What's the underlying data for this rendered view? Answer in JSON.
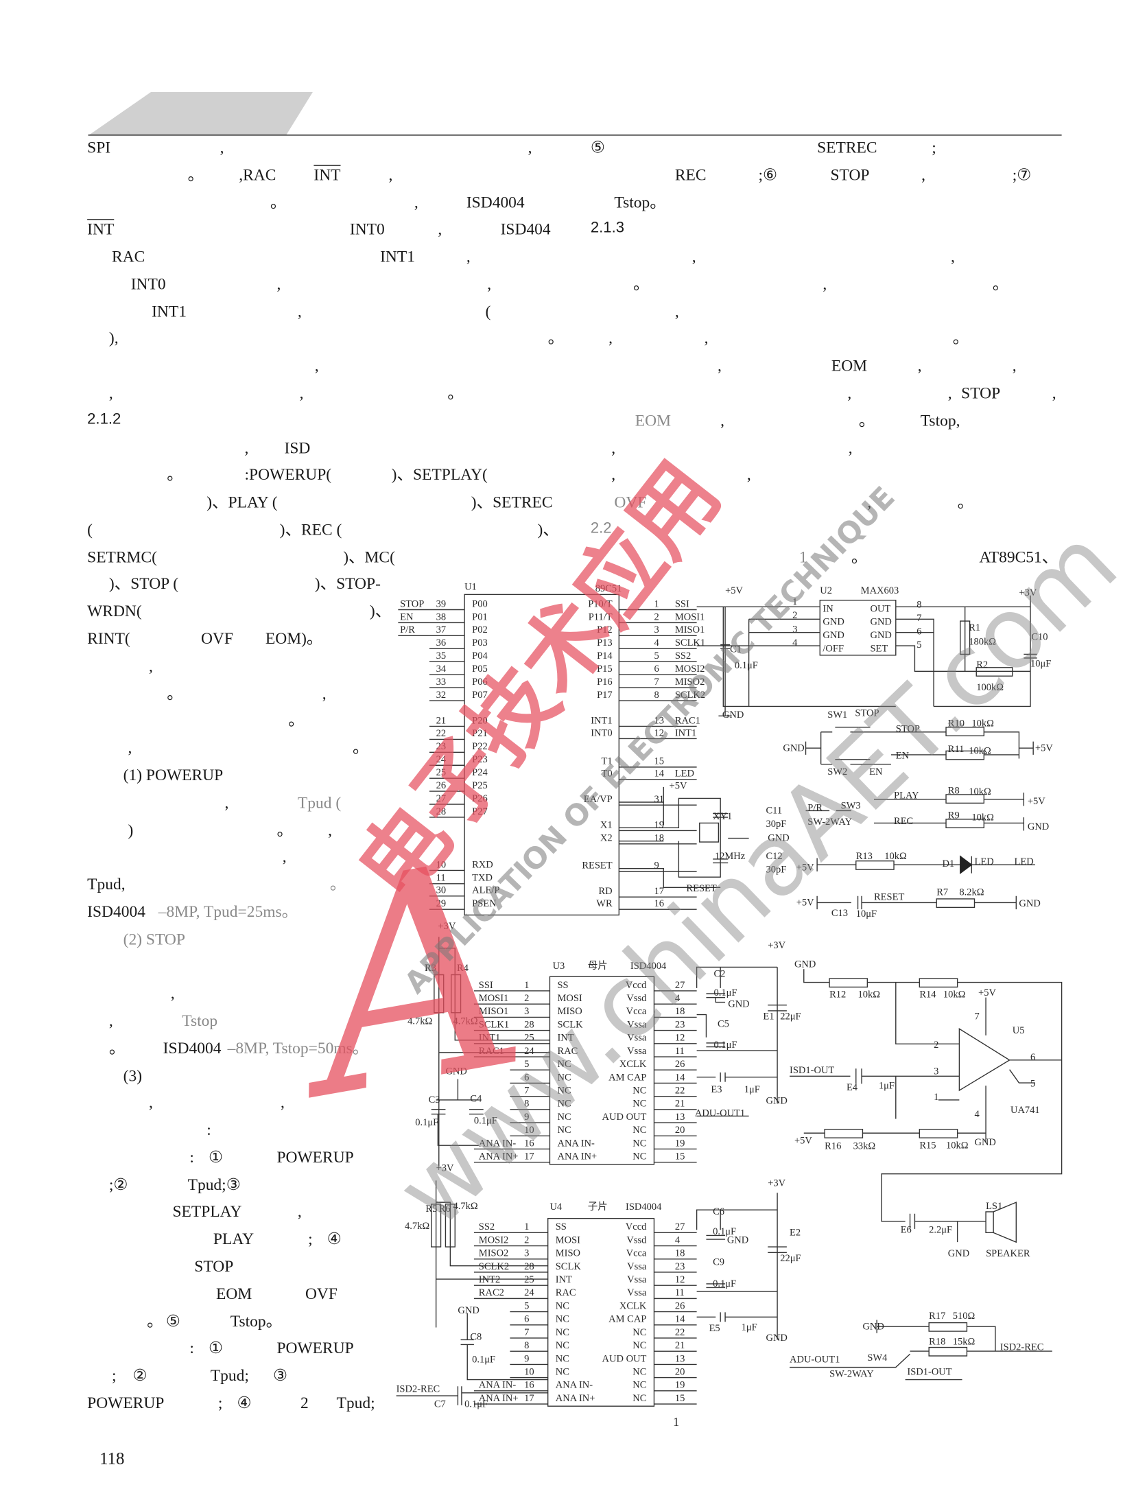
{
  "text": {
    "lines": [
      [
        "SPI",
        ",",
        ",",
        "⑤",
        "SETREC",
        ";"
      ],
      [
        "。",
        ",RAC",
        "INT",
        ",",
        "REC",
        ";⑥",
        "STOP",
        ",",
        ";⑦"
      ],
      [
        "。",
        ",",
        "ISD4004",
        "Tstop。"
      ],
      [
        "INT",
        "INT0",
        ",",
        "ISD404",
        "2.1.3"
      ],
      [
        "RAC",
        "INT1",
        ",",
        ",",
        ","
      ],
      [
        "INT0",
        ",",
        ",",
        "。",
        ",",
        "。"
      ],
      [
        "INT1",
        ",",
        "(",
        ","
      ],
      [
        "),",
        "。",
        ",",
        ",",
        "。"
      ],
      [
        ",",
        ",",
        "EOM",
        ",",
        ","
      ],
      [
        ",",
        ",",
        "。",
        ",",
        ",",
        "STOP",
        ","
      ],
      [
        "2.1.2",
        "EOM",
        ",",
        "。",
        "Tstop,"
      ],
      [
        ",",
        "ISD",
        ",",
        ","
      ],
      [
        "。",
        ":POWERUP(",
        ")、SETPLAY(",
        ",",
        ","
      ],
      [
        ")、PLAY (",
        ")、SETREC",
        "OVF",
        ",",
        "。"
      ],
      [
        "(",
        ")、REC (",
        ")、",
        "2.2"
      ],
      [
        "SETRMC(",
        ")、MC(",
        "1",
        "。",
        "AT89C51、"
      ],
      [
        ")、STOP (",
        ")、STOP-"
      ],
      [
        "WRDN(",
        ")、"
      ],
      [
        "RINT(",
        "OVF",
        "EOM)。"
      ],
      [
        ","
      ],
      [
        "。",
        ","
      ],
      [
        "。"
      ],
      [
        ",",
        "。"
      ],
      [
        "(1) POWERUP"
      ],
      [
        ",",
        "Tpud ("
      ],
      [
        ")",
        "。",
        ","
      ],
      [
        ","
      ],
      [
        "Tpud,",
        "。"
      ],
      [
        "ISD4004",
        "–8MP, Tpud=25ms。"
      ],
      [
        "(2) STOP"
      ],
      [
        ","
      ],
      [
        ",",
        "Tstop"
      ],
      [
        "。",
        "ISD4004",
        "–8MP, Tstop=50ms。"
      ],
      [
        "(3)"
      ],
      [
        ",",
        ","
      ],
      [
        ":"
      ],
      [
        ":",
        "①",
        "POWERUP"
      ],
      [
        ";②",
        "Tpud;③"
      ],
      [
        "SETPLAY",
        ","
      ],
      [
        "PLAY",
        ";",
        "④"
      ],
      [
        "STOP"
      ],
      [
        "EOM",
        "OVF"
      ],
      [
        "。",
        "⑤",
        "Tstop。"
      ],
      [
        ":",
        "①",
        "POWERUP"
      ],
      [
        ";",
        "②",
        "Tpud;",
        "③"
      ],
      [
        "POWERUP",
        ";",
        "④",
        "2",
        "Tpud;"
      ]
    ],
    "page_number": "118"
  },
  "circuit": {
    "u1": {
      "ref": "U1",
      "part": "89C51",
      "left_pins": [
        "P00",
        "P01",
        "P02",
        "P03",
        "P04",
        "P05",
        "P06",
        "P07",
        "P20",
        "P21",
        "P22",
        "P23",
        "P24",
        "P25",
        "P26",
        "P27",
        "RXD",
        "TXD",
        "ALE/P",
        "PSEN"
      ],
      "left_nums": [
        "39",
        "38",
        "37",
        "36",
        "35",
        "34",
        "33",
        "32",
        "21",
        "22",
        "23",
        "24",
        "25",
        "26",
        "27",
        "28",
        "10",
        "11",
        "30",
        "29"
      ],
      "left_nets": [
        "STOP",
        "EN",
        "P/R"
      ],
      "right_pins": [
        "P10/T",
        "P11/T",
        "P12",
        "P13",
        "P14",
        "P15",
        "P16",
        "P17",
        "INT1",
        "INT0",
        "T1",
        "T0",
        "EA/VP",
        "X1",
        "X2",
        "RESET",
        "RD",
        "WR"
      ],
      "right_nums": [
        "1",
        "2",
        "3",
        "4",
        "5",
        "6",
        "7",
        "8",
        "13",
        "12",
        "15",
        "14",
        "31",
        "19",
        "18",
        "9",
        "17",
        "16"
      ],
      "right_nets": [
        "SSI",
        "MOSI1",
        "MISO1",
        "SCLK1",
        "SS2",
        "MOSI2",
        "MISO2",
        "SCLK2",
        "RAC1",
        "INT1",
        "",
        "LED"
      ]
    },
    "u3": {
      "left_pins": [
        "SS",
        "MOSI",
        "MISO",
        "SCLK",
        "INT",
        "RAC",
        "NC",
        "NC",
        "NC",
        "NC",
        "NC",
        "NC",
        "ANA IN-",
        "ANA IN+"
      ],
      "left_nums": [
        "1",
        "2",
        "3",
        "28",
        "25",
        "24",
        "5",
        "6",
        "7",
        "8",
        "9",
        "10",
        "16",
        "17"
      ],
      "left_nets": [
        "SSI",
        "MOSI1",
        "MISO1",
        "SCLK1",
        "INT1",
        "RAC1",
        "",
        "",
        "",
        "",
        "",
        "",
        "ANA IN-",
        "ANA IN+"
      ],
      "right_pins": [
        "Vccd",
        "Vssd",
        "Vcca",
        "Vssa",
        "Vssa",
        "Vssa",
        "XCLK",
        "AM CAP",
        "NC",
        "NC",
        "AUD OUT",
        "NC",
        "NC",
        "NC"
      ],
      "right_nums": [
        "27",
        "4",
        "18",
        "23",
        "12",
        "11",
        "26",
        "14",
        "22",
        "21",
        "13",
        "20",
        "19",
        "15"
      ]
    },
    "u4": {
      "left_pins": [
        "SS",
        "MOSI",
        "MISO",
        "SCLK",
        "INT",
        "RAC",
        "NC",
        "NC",
        "NC",
        "NC",
        "NC",
        "NC",
        "ANA IN-",
        "ANA IN+"
      ],
      "left_nums": [
        "1",
        "2",
        "3",
        "28",
        "25",
        "24",
        "5",
        "6",
        "7",
        "8",
        "9",
        "10",
        "16",
        "17"
      ],
      "left_nets": [
        "SS2",
        "MOSI2",
        "MISO2",
        "SCLK2",
        "INT2",
        "RAC2",
        "",
        "",
        "",
        "",
        "",
        "",
        "ANA IN-",
        "ANA IN+"
      ],
      "right_pins": [
        "Vccd",
        "Vssd",
        "Vcca",
        "Vssa",
        "Vssa",
        "Vssa",
        "XCLK",
        "AM CAP",
        "NC",
        "NC",
        "AUD OUT",
        "NC",
        "NC",
        "NC"
      ],
      "right_nums": [
        "27",
        "4",
        "18",
        "23",
        "12",
        "11",
        "26",
        "14",
        "22",
        "21",
        "13",
        "20",
        "19",
        "15"
      ]
    },
    "labels": [
      "U1",
      "89C51",
      "+5V",
      "U2",
      "MAX603",
      "1",
      "2",
      "3",
      "4",
      "IN",
      "GND",
      "GND",
      "/OFF",
      "OUT",
      "GND",
      "GND",
      "SET",
      "8",
      "7",
      "6",
      "5",
      "C1",
      "0.1μF",
      "GND",
      "+3V",
      "R1",
      "180kΩ",
      "C10",
      "10μF",
      "R2",
      "100kΩ",
      "SW1",
      "STOP",
      "STOP",
      "R10",
      "10kΩ",
      "GND",
      "EN",
      "R11",
      "10kΩ",
      "+5V",
      "SW2",
      "EN",
      "PLAY",
      "R8",
      "10kΩ",
      "+5V",
      "P/R",
      "SW3",
      "SW-2WAY",
      "REC",
      "R9",
      "10kΩ",
      "GND",
      "R13",
      "10kΩ",
      "+5V",
      "D1",
      "LED",
      "LED",
      "+5V",
      "RESET",
      "R7",
      "8.2kΩ",
      "GND",
      "C13",
      "10μF",
      "+5V",
      "XY1",
      "C11",
      "30pF",
      "GND",
      "12MHz",
      "C12",
      "30pF",
      "RESET",
      "+3V",
      "R3",
      "R4",
      "4.7kΩ",
      "4.7kΩ",
      "U3",
      "母片",
      "ISD4004",
      "GND",
      "C3",
      "C4",
      "0.1μF",
      "0.1μF",
      "+3V",
      "C2",
      "0.1μF",
      "GND",
      "E1",
      "22μF",
      "C5",
      "0.1μF",
      "E3",
      "1μF",
      "GND",
      "ADU-OUT1",
      "GND",
      "R12",
      "10kΩ",
      "R14",
      "10kΩ",
      "+5V",
      "7",
      "U5",
      "2",
      "6",
      "ISD1-OUT",
      "3",
      "E4",
      "1μF",
      "5",
      "1",
      "4",
      "UA741",
      "+5V",
      "R16",
      "33kΩ",
      "R15",
      "10kΩ",
      "GND",
      "LS1",
      "E6",
      "2.2μF",
      "GND",
      "SPEAKER",
      "+3V",
      "R5",
      "R6",
      "4.7kΩ",
      "4.7kΩ",
      "U4",
      "子片",
      "ISD4004",
      "+3V",
      "C6",
      "0.1μF",
      "GND",
      "E2",
      "22μF",
      "C9",
      "0.1μF",
      "GND",
      "C8",
      "0.1μF",
      "E5",
      "1μF",
      "GND",
      "ISD2-REC",
      "C7",
      "0.1μF",
      "GND",
      "R17",
      "510Ω",
      "R18",
      "15kΩ",
      "ISD2-REC",
      "ADU-OUT1",
      "SW4",
      "SW-2WAY",
      "ISD1-OUT",
      "1"
    ]
  },
  "watermark": {
    "red_text": "电子技术应用",
    "red_letter": "A",
    "gray_text": "APPLICATION OF ELECTRONIC TECHNIQUE",
    "url": "www.chinaAET.com"
  }
}
